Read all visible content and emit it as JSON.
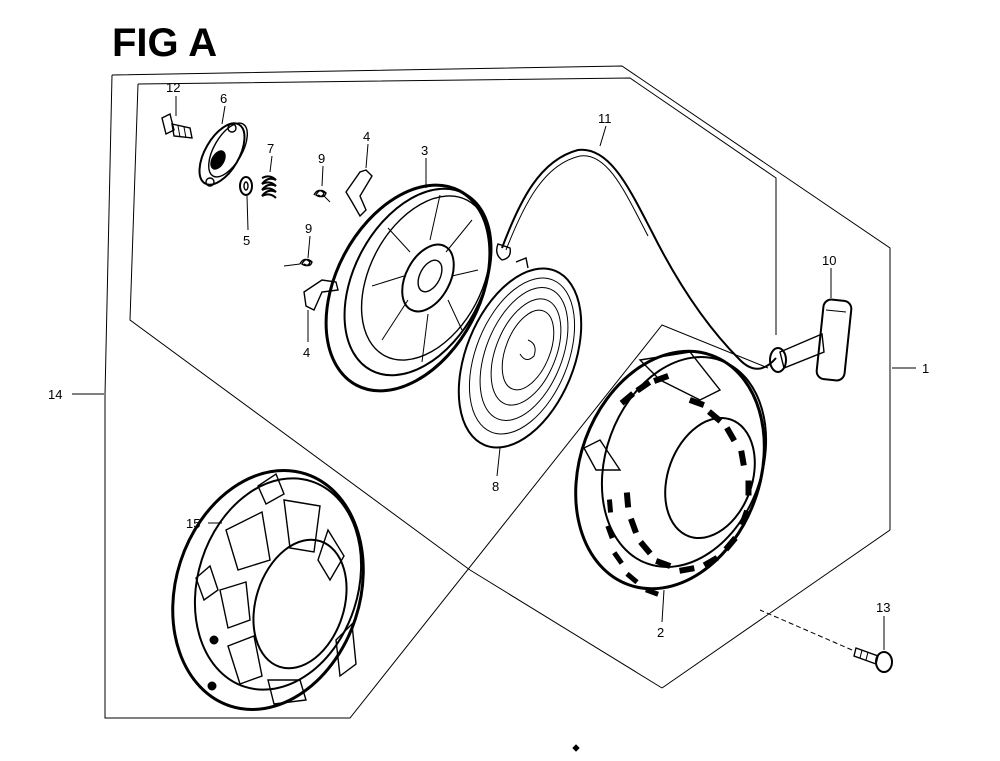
{
  "figure": {
    "title": "FIG A",
    "callouts": {
      "c1": "1",
      "c2": "2",
      "c3": "3",
      "c4a": "4",
      "c4b": "4",
      "c5": "5",
      "c6": "6",
      "c7": "7",
      "c8": "8",
      "c9a": "9",
      "c9b": "9",
      "c10": "10",
      "c11": "11",
      "c12": "12",
      "c13": "13",
      "c14": "14",
      "c15": "15"
    }
  },
  "parts": [
    {
      "ref": "1",
      "icon": "recoil-starter-assembly-bracket-icon"
    },
    {
      "ref": "2",
      "icon": "starter-case-icon"
    },
    {
      "ref": "3",
      "icon": "starter-reel-icon"
    },
    {
      "ref": "4",
      "icon": "ratchet-pawl-icon"
    },
    {
      "ref": "5",
      "icon": "washer-icon"
    },
    {
      "ref": "6",
      "icon": "ratchet-guide-icon"
    },
    {
      "ref": "7",
      "icon": "friction-spring-icon"
    },
    {
      "ref": "8",
      "icon": "recoil-spring-icon"
    },
    {
      "ref": "9",
      "icon": "return-spring-icon"
    },
    {
      "ref": "10",
      "icon": "starter-grip-icon"
    },
    {
      "ref": "11",
      "icon": "starter-rope-icon"
    },
    {
      "ref": "12",
      "icon": "setting-bolt-icon"
    },
    {
      "ref": "13",
      "icon": "flange-bolt-icon"
    },
    {
      "ref": "14",
      "icon": "assembly-bracket-icon"
    },
    {
      "ref": "15",
      "icon": "fan-cover-icon"
    }
  ]
}
